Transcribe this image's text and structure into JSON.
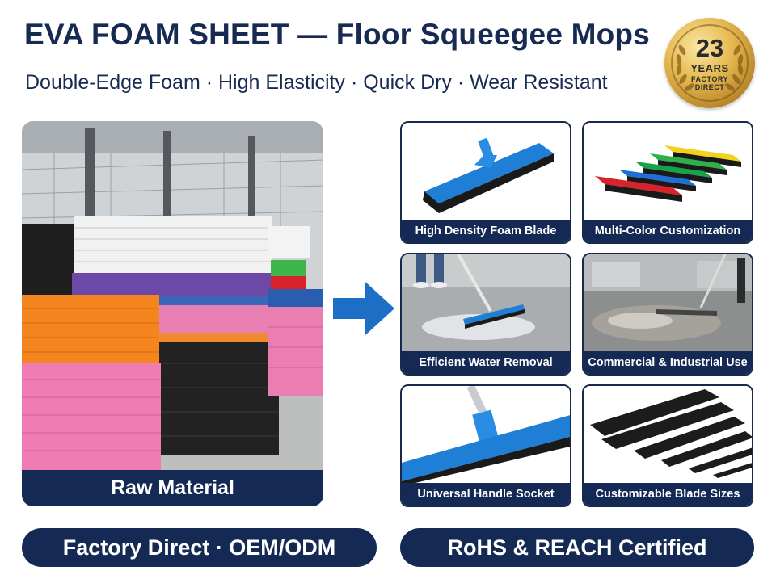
{
  "header": {
    "title": "EVA FOAM SHEET — Floor Squeegee Mops",
    "subtitle": "Double-Edge Foam · High Elasticity · Quick Dry · Wear Resistant"
  },
  "badge": {
    "number": "23",
    "years": "YEARS",
    "line1": "FACTORY",
    "line2": "DIRECT"
  },
  "raw_material": {
    "caption": "Raw Material"
  },
  "features": [
    {
      "label": "High Density Foam Blade"
    },
    {
      "label": "Multi-Color Customization"
    },
    {
      "label": "Efficient Water Removal"
    },
    {
      "label": "Commercial & Industrial Use"
    },
    {
      "label": "Universal Handle Socket"
    },
    {
      "label": "Customizable Blade Sizes"
    }
  ],
  "footer": {
    "left": "Factory Direct · OEM/ODM",
    "right": "RoHS & REACH Certified"
  },
  "colors": {
    "navy": "#142a55",
    "title": "#172a52",
    "blade_blue": "#1f7fd6",
    "arrow_blue": "#1c6fc4",
    "gold": "#d9a93f"
  }
}
